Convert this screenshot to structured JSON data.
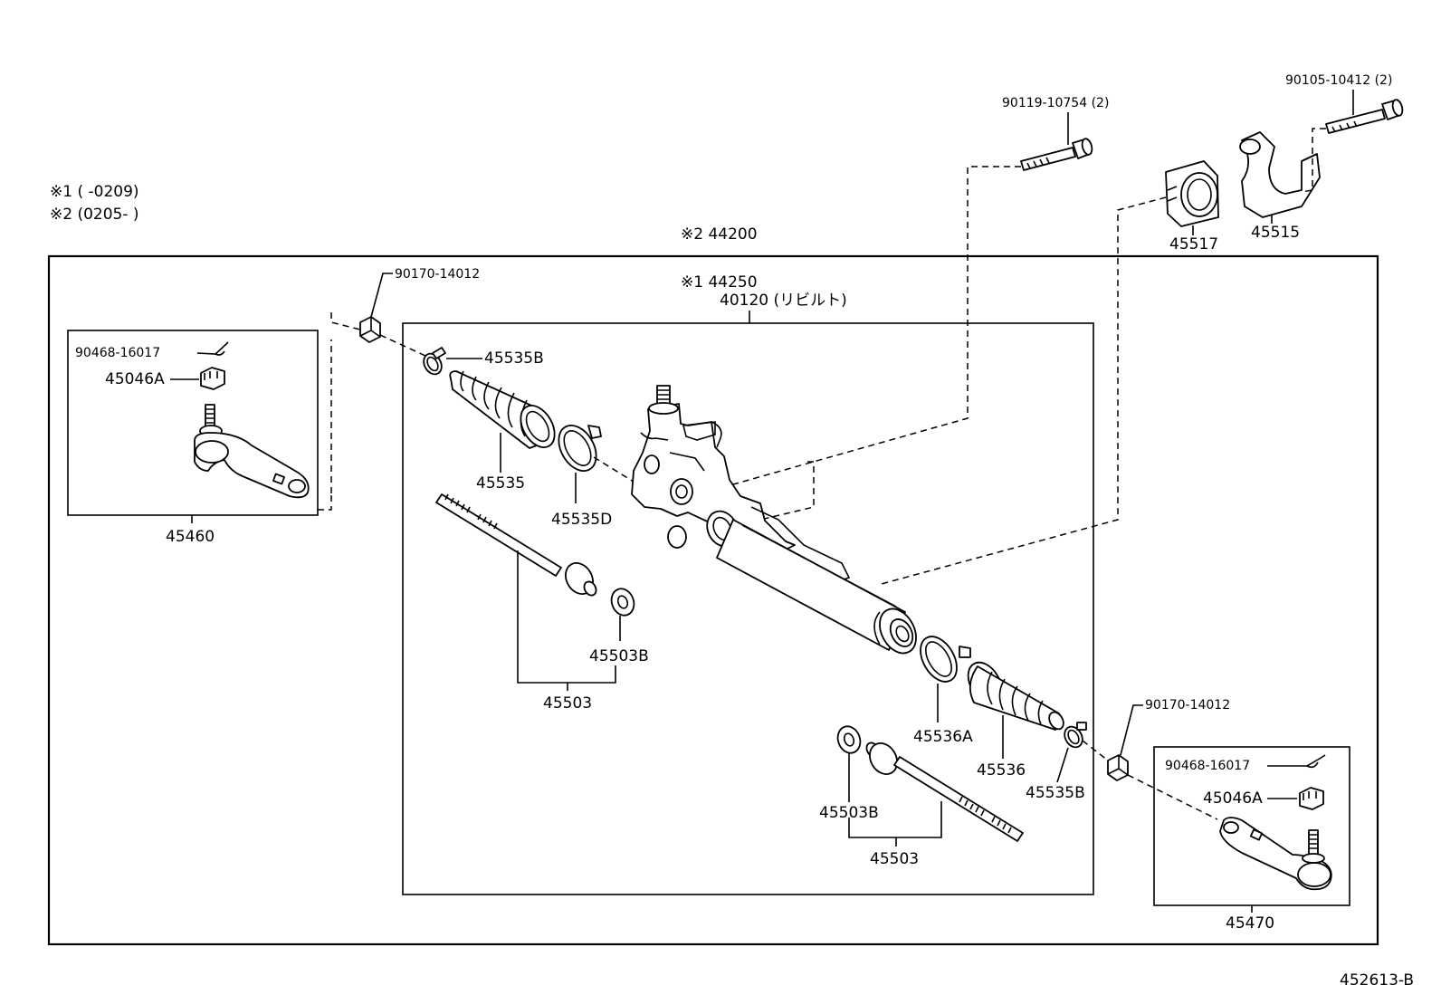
{
  "notes": {
    "note1": "※1 (      -0209)",
    "note2": "※2 (0205-      )"
  },
  "assembly": {
    "outer_label": "※2  44200",
    "inner_label_1": "※1  44250",
    "inner_label_2": "40120 (リビルト)"
  },
  "bolts": {
    "bolt_left": "90119-10754 (2)",
    "bolt_right": "90105-10412 (2)"
  },
  "brackets": {
    "bushing": "45517",
    "bracket": "45515"
  },
  "left_tie_rod_end": {
    "nut": "90170-14012",
    "cotter_pin": "90468-16017",
    "castle_nut": "45046A",
    "assembly": "45460"
  },
  "right_tie_rod_end": {
    "nut": "90170-14012",
    "cotter_pin": "90468-16017",
    "castle_nut": "45046A",
    "assembly": "45470"
  },
  "rack_parts": {
    "clip_left": "45535B",
    "boot_left": "45535",
    "band_left": "45535D",
    "washer_left": "45503B",
    "tie_rod_left": "45503",
    "band_right": "45536A",
    "boot_right": "45536",
    "clip_right": "45535B",
    "washer_right": "45503B",
    "tie_rod_right": "45503"
  },
  "diagram_code": "452613-B"
}
